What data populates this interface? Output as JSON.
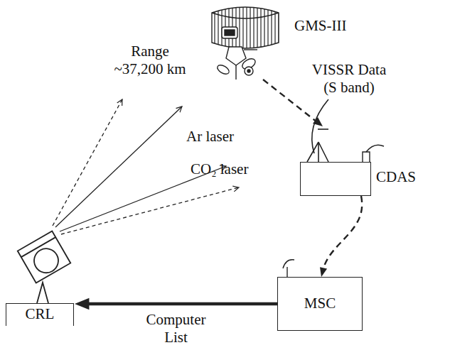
{
  "diagram": {
    "nodes": [
      {
        "text": [
          "CDAS"
        ]
      },
      {
        "text": [
          "MSC"
        ]
      },
      {
        "text": [
          "CRL"
        ]
      }
    ],
    "edges": [
      {
        "from": 0,
        "to": 1,
        "arrow": "to"
      },
      {
        "from": 1,
        "to": 2,
        "arrow": "to",
        "label": "Computer List"
      }
    ],
    "labels": [
      "GMS-III",
      "VISSR Data (S band)",
      "Range ~37,200 km",
      "Ar laser",
      "CO₂ laser"
    ]
  }
}
